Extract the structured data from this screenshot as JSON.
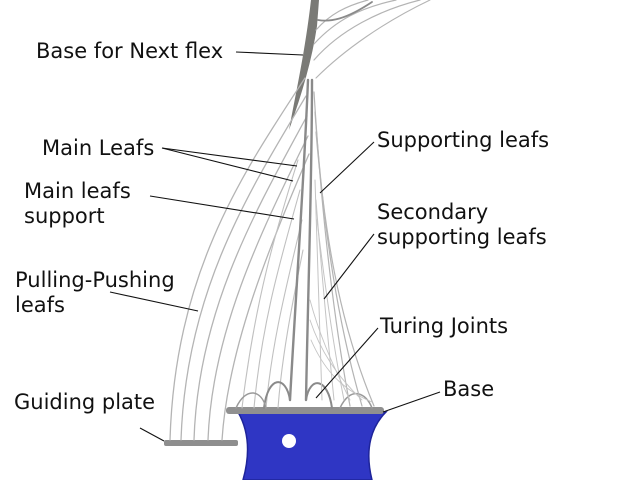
{
  "labels": {
    "base_next_flex": "Base for Next flex",
    "main_leafs": "Main Leafs",
    "main_leafs_support_1": "Main leafs",
    "main_leafs_support_2": "support",
    "pulling_pushing_1": "Pulling-Pushing",
    "pulling_pushing_2": "leafs",
    "guiding_plate": "Guiding plate",
    "supporting_leafs": "Supporting leafs",
    "secondary_1": "Secondary",
    "secondary_2": "supporting leafs",
    "turing_joints": "Turing Joints",
    "base": "Base"
  },
  "colors": {
    "leaf_light": "#b4b4b4",
    "leaf_mid": "#909090",
    "leaf_dark": "#7a7a76",
    "base_blue": "#2f36c4",
    "base_blue_dark": "#1e249a",
    "hole": "#ffffff",
    "text": "#111111"
  }
}
